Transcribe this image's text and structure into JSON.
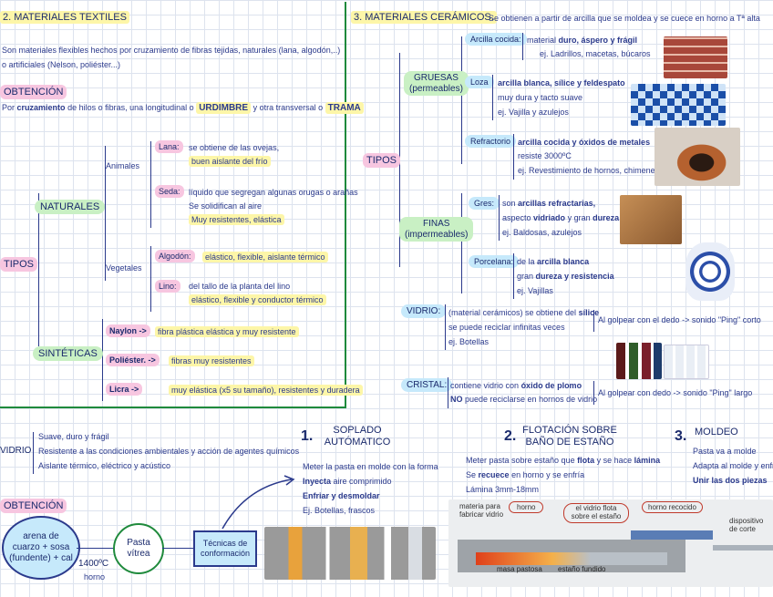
{
  "textiles": {
    "title": "2. MATERIALES TEXTILES",
    "intro1": "Son materiales flexibles hechos por cruzamiento de fibras tejidas, naturales (lana, algodón,..)",
    "intro2": "o artificiales (Nelson, poliéster...)",
    "obtencion_title": "OBTENCIÓN",
    "obt_1": "Por",
    "obt_2": "cruzamiento",
    "obt_3": "de hilos o fibras, una longitudinal o",
    "obt_4": "URDIMBRE",
    "obt_5": "y otra transversal o",
    "obt_6": "TRAMA",
    "tipos": "TIPOS",
    "naturales": "NATURALES",
    "sinteticas": "SINTÉTICAS",
    "animales": "Animales",
    "vegetales": "Vegetales",
    "lana": "Lana:",
    "lana_1": "se obtiene de las ovejas,",
    "lana_2": "buen aislante del frío",
    "seda": "Seda:",
    "seda_1": "líquido que segregan algunas orugas o arañas",
    "seda_2": "Se solidifican al aire",
    "seda_3": "Muy resistentes, elástica",
    "algodon": "Algodón:",
    "algodon_1": "elástico, flexible, aislante térmico",
    "lino": "Lino:",
    "lino_1": "del tallo de la planta del lino",
    "lino_2": "elástico, flexible y conductor térmico",
    "nylon": "Naylon ->",
    "nylon_1": "fibra plástica elástica y muy resistente",
    "poliester": "Poliéster. ->",
    "poliester_1": "fibras muy resistentes",
    "licra": "Licra ->",
    "licra_1": "muy elástica (x5 su tamaño), resistentes y duradera"
  },
  "ceramicos": {
    "title": "3. MATERIALES CERÁMICOS.",
    "subtitle": "Se obtienen a partir de arcilla que se moldea y se cuece en horno a Tª alta",
    "tipos": "TIPOS",
    "gruesas": "GRUESAS",
    "gruesas_sub": "(permeables)",
    "finas": "FINAS",
    "finas_sub": "(impermeables)",
    "arcilla_cocida": "Arcilla cocida:",
    "ac_1a": "material",
    "ac_1b": "duro, áspero y frágil",
    "ac_2": "ej. Ladrillos, macetas, búcaros",
    "loza": "Loza",
    "loza_1": "arcilla blanca, sílice y feldespato",
    "loza_2": "muy dura y tacto suave",
    "loza_3": "ej. Vajilla y azulejos",
    "refractorio": "Refractorio",
    "ref_1": "arcilla cocida y óxidos de metales",
    "ref_2": "resiste 3000ºC",
    "ref_3": "ej. Revestimiento de hornos, chimeneas...",
    "gres": "Gres:",
    "gres_1a": "son",
    "gres_1b": "arcillas refractarias,",
    "gres_2a": "aspecto",
    "gres_2b": "vidriado",
    "gres_2c": "y gran",
    "gres_2d": "dureza",
    "gres_3": "ej. Baldosas, azulejos",
    "porcelana": "Porcelana:",
    "por_1a": "de la",
    "por_1b": "arcilla blanca",
    "por_2a": "gran",
    "por_2b": "dureza y resistencia",
    "por_3": "ej. Vajillas",
    "vidrio": "VIDRIO:",
    "vid_1a": "(material cerámicos) se obtiene del",
    "vid_1b": "sílice",
    "vid_2": "se puede reciclar infinitas veces",
    "vid_3": "ej. Botellas",
    "vid_4": "Al golpear con el dedo -> sonido \"Ping\" corto",
    "cristal": "CRISTAL:",
    "cri_1a": "contiene vidrio con",
    "cri_1b": "óxido de plomo",
    "cri_2a": "NO",
    "cri_2b": "puede reciclarse en hornos de vidrio",
    "cri_3": "Al golpear con dedo -> sonido \"Ping\" largo"
  },
  "vidrio_section": {
    "label": "VIDRIO",
    "l1": "Suave, duro y frágil",
    "l2": "Resistente a las condiciones ambientales y acción de agentes químicos",
    "l3": "Aislante térmico, eléctrico y acústico",
    "obtencion": "OBTENCIÓN",
    "circle_1": "arena de cuarzo + sosa (fundente) + cal",
    "temp": "1400ºC",
    "horno": "horno",
    "circle_2": "Pasta vítrea",
    "box": "Técnicas de conformación",
    "n1": "1.",
    "soplado": "SOPLADO AUTÓMATICO",
    "sop_1": "Meter la pasta en molde con la forma",
    "sop_2": "Inyecta",
    "sop_2b": "aire comprimido",
    "sop_3": "Enfriar y desmoldar",
    "sop_4": "Ej. Botellas, frascos",
    "n2": "2.",
    "flotacion": "FLOTACIÓN SOBRE BAÑO DE ESTAÑO",
    "flo_1a": "Meter pasta sobre estaño que",
    "flo_1b": "flota",
    "flo_1c": "y se hace",
    "flo_1d": "lámina",
    "flo_2a": "Se",
    "flo_2b": "recuece",
    "flo_2c": "en horno y se enfría",
    "flo_3": "Lámina 3mm-18mm",
    "n3": "3.",
    "moldeo": "MOLDEO",
    "mol_1": "Pasta va a molde",
    "mol_2": "Adapta al molde y enfría",
    "mol_3": "Unir las dos piezas",
    "d_materia": "materia para fabricar vidrio",
    "d_horno": "horno",
    "d_flota": "el vidrio flota sobre el estaño",
    "d_recocido": "horno recocido",
    "d_corte": "dispositivo de corte",
    "d_masa": "masa pastosa",
    "d_estano": "estaño fundido"
  },
  "colors": {
    "ink": "#2b3a8c",
    "pink": "#f7c6e0",
    "yellow": "#fdf6a8",
    "green": "#c9f0c4",
    "blue": "#c6e9fb",
    "frame": "#1f8a3c"
  }
}
